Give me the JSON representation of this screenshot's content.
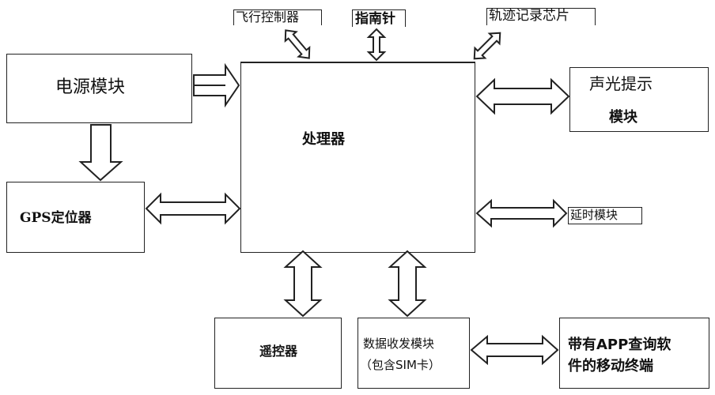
{
  "nodes": {
    "power": "电源模块",
    "gps": "GPS定位器",
    "processor": "处理器",
    "flight_controller": "飞行控制器",
    "compass": "指南针",
    "track_chip": "轨迹记录芯片",
    "sound_light_line1": "声光提示",
    "sound_light_line2": "模块",
    "delay": "延时模块",
    "remote": "遥控器",
    "transceiver_line1": "数据收发模块",
    "transceiver_line2": "（包含SIM卡）",
    "mobile_line1": "带有APP查询软",
    "mobile_line2": "件的移动终端"
  },
  "colors": {
    "stroke": "#222222",
    "fill": "#ffffff"
  }
}
